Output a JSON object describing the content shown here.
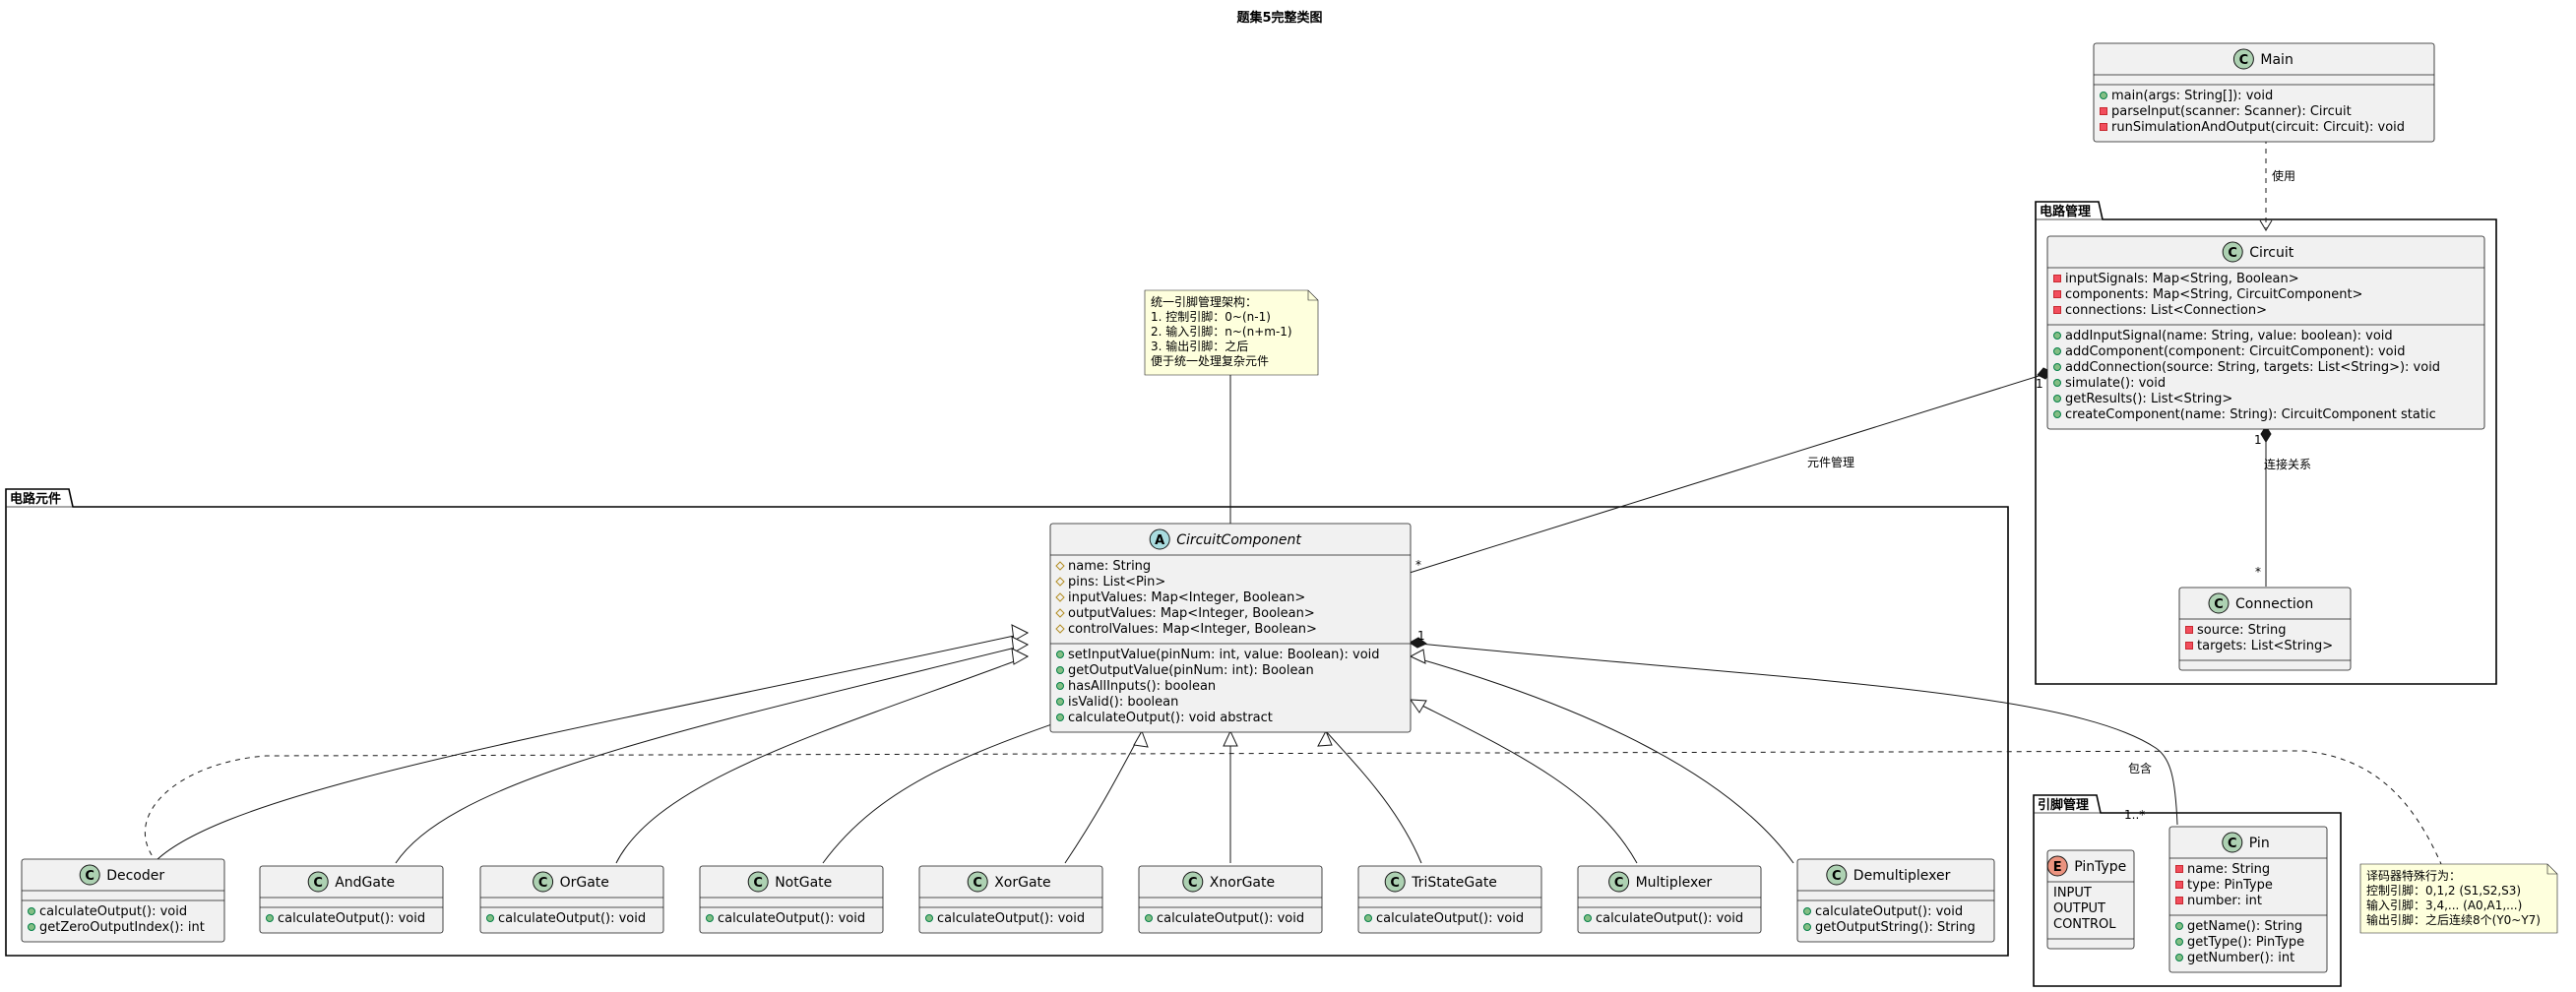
{
  "title": "题集5完整类图",
  "packages": {
    "circuit_mgmt": "电路管理",
    "components": "电路元件",
    "pin_mgmt": "引脚管理"
  },
  "classes": {
    "main": {
      "name": "Main",
      "methods": [
        "main(args: String[]): void",
        "parseInput(scanner: Scanner): Circuit",
        "runSimulationAndOutput(circuit: Circuit): void"
      ]
    },
    "circuit": {
      "name": "Circuit",
      "fields": [
        "inputSignals: Map<String, Boolean>",
        "components: Map<String, CircuitComponent>",
        "connections: List<Connection>"
      ],
      "methods": [
        "addInputSignal(name: String, value: boolean): void",
        "addComponent(component: CircuitComponent): void",
        "addConnection(source: String, targets: List<String>): void",
        "simulate(): void",
        "getResults(): List<String>",
        "createComponent(name: String): CircuitComponent static"
      ]
    },
    "connection": {
      "name": "Connection",
      "fields": [
        "source: String",
        "targets: List<String>"
      ]
    },
    "circuit_component": {
      "name": "CircuitComponent",
      "fields": [
        "name: String",
        "pins: List<Pin>",
        "inputValues: Map<Integer, Boolean>",
        "outputValues: Map<Integer, Boolean>",
        "controlValues: Map<Integer, Boolean>"
      ],
      "methods": [
        "setInputValue(pinNum: int, value: Boolean): void",
        "getOutputValue(pinNum: int): Boolean",
        "hasAllInputs(): boolean",
        "isValid(): boolean",
        "calculateOutput(): void abstract"
      ]
    },
    "decoder": {
      "name": "Decoder",
      "methods": [
        "calculateOutput(): void",
        "getZeroOutputIndex(): int"
      ]
    },
    "and_gate": {
      "name": "AndGate",
      "methods": [
        "calculateOutput(): void"
      ]
    },
    "or_gate": {
      "name": "OrGate",
      "methods": [
        "calculateOutput(): void"
      ]
    },
    "not_gate": {
      "name": "NotGate",
      "methods": [
        "calculateOutput(): void"
      ]
    },
    "xor_gate": {
      "name": "XorGate",
      "methods": [
        "calculateOutput(): void"
      ]
    },
    "xnor_gate": {
      "name": "XnorGate",
      "methods": [
        "calculateOutput(): void"
      ]
    },
    "tristate_gate": {
      "name": "TriStateGate",
      "methods": [
        "calculateOutput(): void"
      ]
    },
    "multiplexer": {
      "name": "Multiplexer",
      "methods": [
        "calculateOutput(): void"
      ]
    },
    "demultiplexer": {
      "name": "Demultiplexer",
      "methods": [
        "calculateOutput(): void",
        "getOutputString(): String"
      ]
    },
    "pin": {
      "name": "Pin",
      "fields": [
        "name: String",
        "type: PinType",
        "number: int"
      ],
      "methods": [
        "getName(): String",
        "getType(): PinType",
        "getNumber(): int"
      ]
    },
    "pin_type": {
      "name": "PinType",
      "values": [
        "INPUT",
        "OUTPUT",
        "CONTROL"
      ]
    }
  },
  "notes": {
    "pin_arch": [
      "统一引脚管理架构：",
      "1. 控制引脚：0~(n-1)",
      "2. 输入引脚：n~(n+m-1)",
      "3. 输出引脚：之后",
      "便于统一处理复杂元件"
    ],
    "decoder": [
      "译码器特殊行为：",
      "控制引脚：0,1,2 (S1,S2,S3)",
      "输入引脚：3,4,... (A0,A1,...)",
      "输出引脚：之后连续8个(Y0~Y7)"
    ]
  },
  "edge_labels": {
    "uses": "使用",
    "manages": "元件管理",
    "links": "连接关系",
    "contains": "包含",
    "one": "1",
    "many": "*",
    "one_many": "1..*"
  },
  "stereotypes": {
    "class": "C",
    "abstract": "A",
    "enum": "E"
  }
}
